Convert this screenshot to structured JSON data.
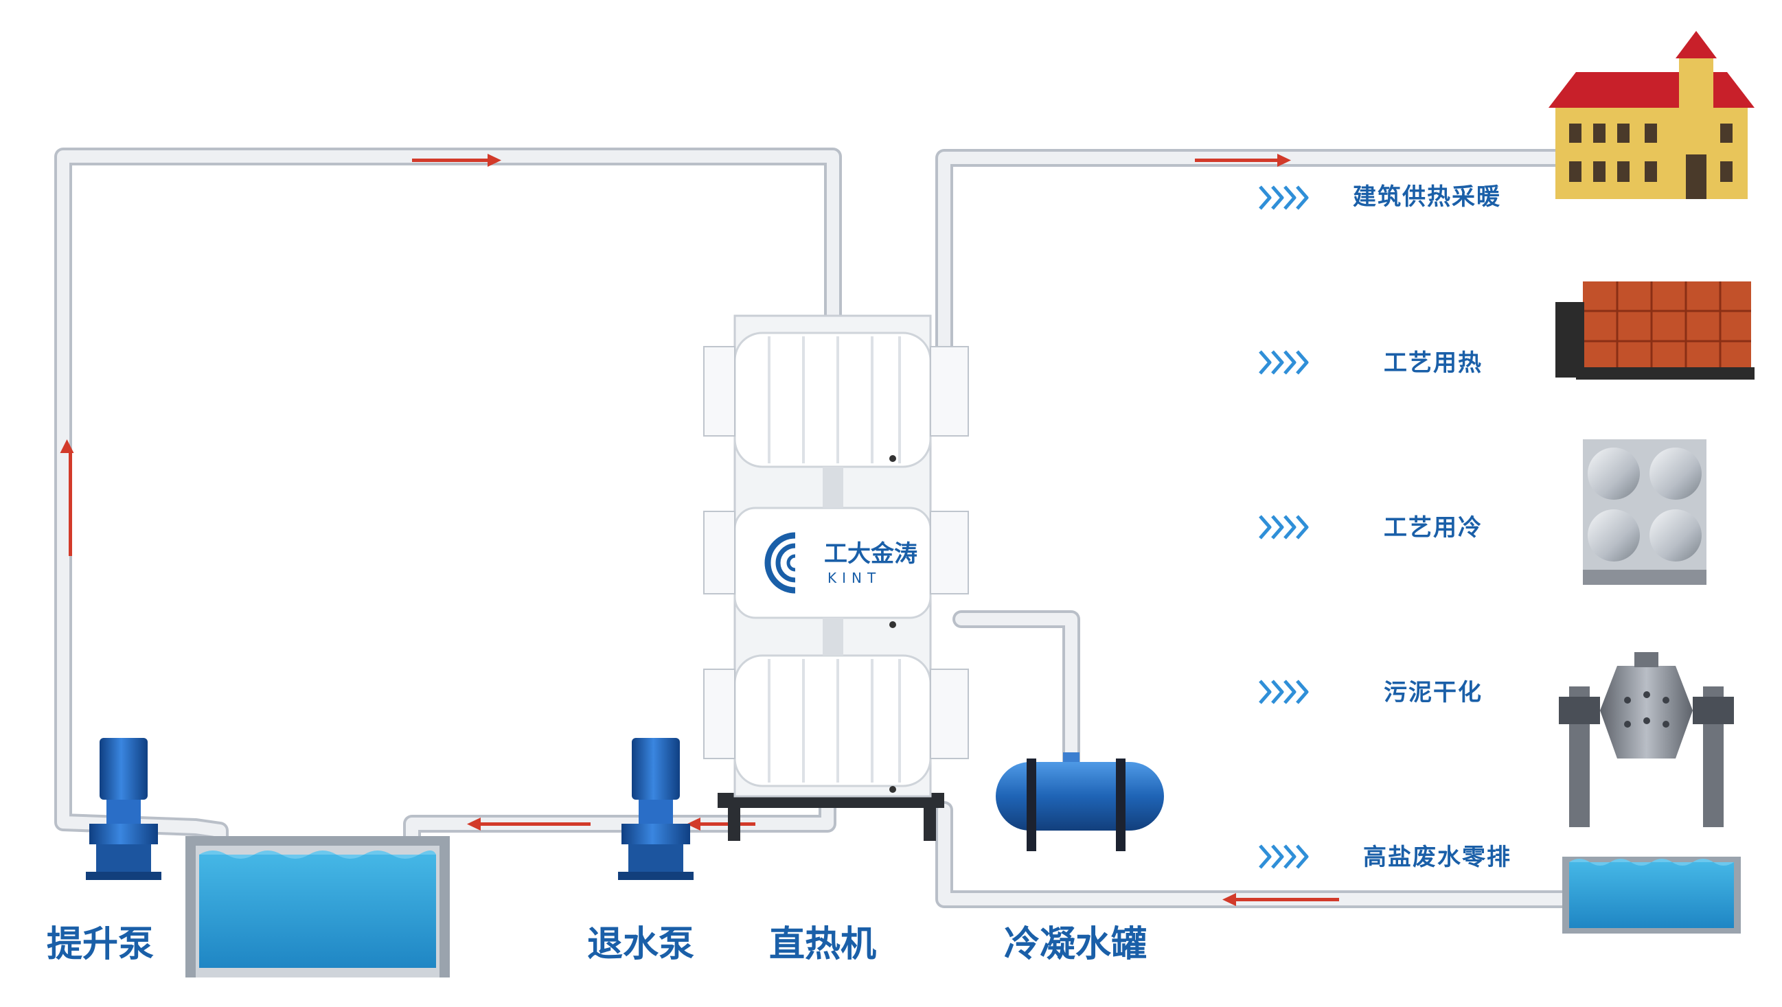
{
  "brand": {
    "name": "工大金涛",
    "sub": "KINT"
  },
  "labels": {
    "lift_pump": "提升泵",
    "return_pump": "退水泵",
    "direct_heater": "直热机",
    "condensate_tank": "冷凝水罐"
  },
  "applications": [
    {
      "label": "建筑供热采暖",
      "icon": "building-icon"
    },
    {
      "label": "工艺用热",
      "icon": "industrial-boiler-icon"
    },
    {
      "label": "工艺用冷",
      "icon": "steel-water-tank-icon"
    },
    {
      "label": "污泥干化",
      "icon": "sludge-dryer-icon"
    },
    {
      "label": "高盐废水零排",
      "icon": "wastewater-tank-icon"
    }
  ],
  "colors": {
    "text_blue": "#1a5fa8",
    "pipe": "#d8dce2",
    "flow_arrow": "#d23a2a",
    "water": "#2f9fd6",
    "pump_blue": "#1e5fb3",
    "chevron": "#2f8fd8"
  }
}
